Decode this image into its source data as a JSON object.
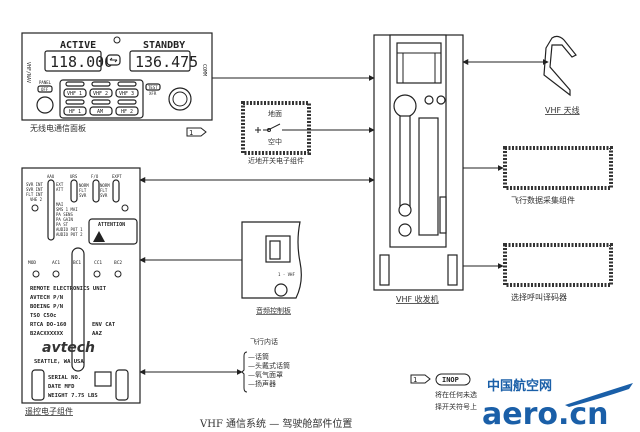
{
  "radio_panel": {
    "active_label": "ACTIVE",
    "standby_label": "STANDBY",
    "active_freq": "118.000",
    "standby_freq": "136.475",
    "side_label": "VHF/NAV",
    "comm_label": "COMM",
    "panel_label": "PANEL",
    "off_label": "OFF",
    "test_label": "TEST",
    "xfr_label": "XFR",
    "buttons": [
      "VHF 1",
      "VHF 2",
      "VHF 3",
      "HF 1",
      "AM",
      "HF 2"
    ],
    "caption": "无线电通信面板",
    "note_symbol": "1"
  },
  "ground_switch": {
    "ground": "地面",
    "air": "空中",
    "caption": "近地开关电子组件"
  },
  "transceiver": {
    "caption": "VHF 收发机"
  },
  "antenna": {
    "caption": "VHF 天线"
  },
  "fdau": {
    "caption": "飞行数据采集组件"
  },
  "selcal": {
    "caption": "选择呼叫译码器"
  },
  "audio_panel": {
    "caption": "音频控制板",
    "vhf_label": "1 - VHF"
  },
  "reu": {
    "caption": "遥控电子组件",
    "switch_headers": [
      "AAU",
      "URS",
      "F/O",
      "EXPT"
    ],
    "left_labels": [
      "SVR INT",
      "SVR INT",
      "FLT INT",
      "VHE 2"
    ],
    "aau_list": [
      "EXT",
      "ATT",
      "MAI",
      "SMS 1 MAI",
      "PA SENS",
      "PA GAIN",
      "PA ST",
      "AUDIO POT 1",
      "AUDIO POT 2"
    ],
    "urs_list": [
      "NORM",
      "FLT",
      "SVR"
    ],
    "fo_list": [
      "NORM",
      "FLT",
      "SVR"
    ],
    "attention_title": "ATTENTION",
    "column_labels": [
      "MOD",
      "AC1",
      "BC1",
      "CC1",
      "BC2"
    ],
    "nameplate": [
      "REMOTE ELECTRONICS UNIT",
      "AVTECH P/N",
      "BOEING P/N",
      "TSO C50c",
      "RTCA DO-160",
      "B2ACXXXXXX"
    ],
    "env_cat": "ENV CAT",
    "env_code": "AAZ",
    "brand": "avtech",
    "city": "SEATTLE, WA  USA",
    "serial": [
      "SERIAL NO.",
      "DATE MFD",
      "WEIGHT 7.75 LBS"
    ]
  },
  "interphone": {
    "title": "飞行内话",
    "items": [
      "话筒",
      "头戴式话筒",
      "氧气面罩",
      "扬声器"
    ]
  },
  "note": {
    "symbol": "1",
    "inop": "INOP",
    "lines": [
      "将在任何未选",
      "择开关符号上"
    ]
  },
  "figure_caption": "VHF 通信系统 — 驾驶舱部件位置",
  "watermark": {
    "cn": "中国航空网",
    "en": "aero.cn",
    "color": "#1a5fa8"
  }
}
